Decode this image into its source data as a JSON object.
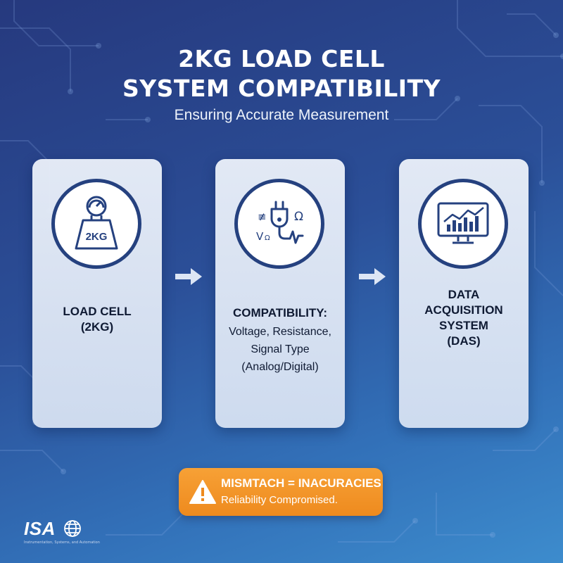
{
  "title_line1": "2KG LOAD CELL",
  "title_line2": "SYSTEM COMPATIBILITY",
  "subtitle": "Ensuring Accurate Measurement",
  "cards": [
    {
      "icon": "scale-icon",
      "icon_label": "2KG",
      "heading_lines": [
        "LOAD CELL",
        "(2KG)"
      ],
      "body_lines": []
    },
    {
      "icon": "plug-electrical-icon",
      "icon_symbols": [
        "≢",
        "Ω",
        "V",
        "Ω"
      ],
      "heading_lines": [
        "COMPATIBILITY:"
      ],
      "body_lines": [
        "Voltage, Resistance,",
        "Signal Type",
        "(Analog/Digital)"
      ]
    },
    {
      "icon": "monitor-chart-icon",
      "heading_lines": [
        "DATA",
        "ACQUISITION",
        "SYSTEM",
        "(DAS)"
      ],
      "body_lines": []
    }
  ],
  "warning": {
    "icon": "warning-triangle-icon",
    "title": "MISMTACH = INACURACIES",
    "subtitle": "Reliability Compromised."
  },
  "logo": {
    "text": "ISA",
    "icon": "globe-icon",
    "tagline": "Instrumentation, Systems, and Automation"
  },
  "colors": {
    "background_top": "#26397e",
    "background_bottom": "#3d8ccd",
    "card": "#e4ebf7",
    "ring": "#25417f",
    "warning": "#f39a2d"
  }
}
